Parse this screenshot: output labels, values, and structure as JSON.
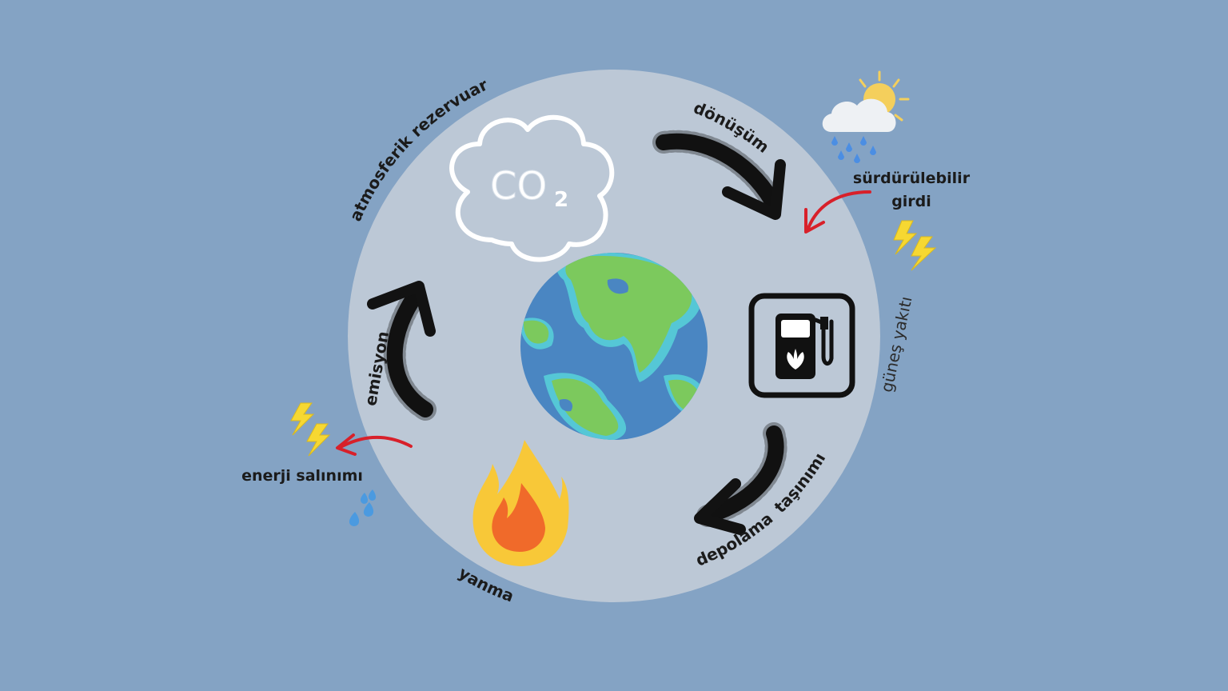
{
  "labels": {
    "atmosferik": "atmosferik rezervuar",
    "donusum": "dönüşüm",
    "surdurulebilir_line1": "sürdürülebilir",
    "surdurulebilir_line2": "girdi",
    "gunes_yakiti": "güneş yakıtı",
    "depolama": "depolama",
    "tasinimi": "taşınımı",
    "yanma": "yanma",
    "emisyon": "emisyon",
    "enerji_salinimi": "enerji salınımı",
    "co2_main": "CO",
    "co2_sub": "2"
  },
  "icons": {
    "cloud": "co2-cloud-icon",
    "earth": "earth-globe-icon",
    "fuel": "fuel-pump-icon",
    "fire": "flame-icon",
    "weather": "sun-cloud-rain-icon",
    "lightning": "lightning-icon",
    "drops": "water-drops-icon"
  },
  "colors": {
    "background": "#84a3c4",
    "circle": "#bcc8d6",
    "arrow": "#121212",
    "red_arrow": "#d8202a",
    "lightning": "#f6d832",
    "ocean": "#4a86c2",
    "land": "#7cc95d",
    "flame_outer": "#f8c838",
    "flame_inner": "#f06a2a"
  }
}
